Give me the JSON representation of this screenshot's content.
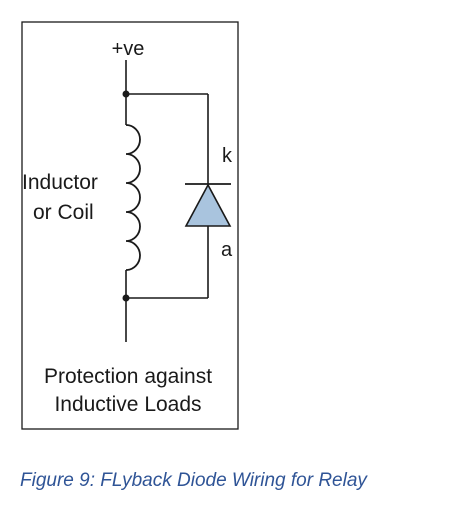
{
  "diagram": {
    "supply_label": "+ve",
    "inductor_label_line1": "Inductor",
    "inductor_label_line2": "or Coil",
    "cathode_label": "k",
    "anode_label": "a",
    "title_line1": "Protection against",
    "title_line2": "Inductive Loads"
  },
  "caption": "Figure 9: FLyback Diode Wiring for Relay",
  "colors": {
    "diode_fill": "#a9c4de",
    "caption": "#2f5496",
    "wire": "#1a1a1a"
  }
}
